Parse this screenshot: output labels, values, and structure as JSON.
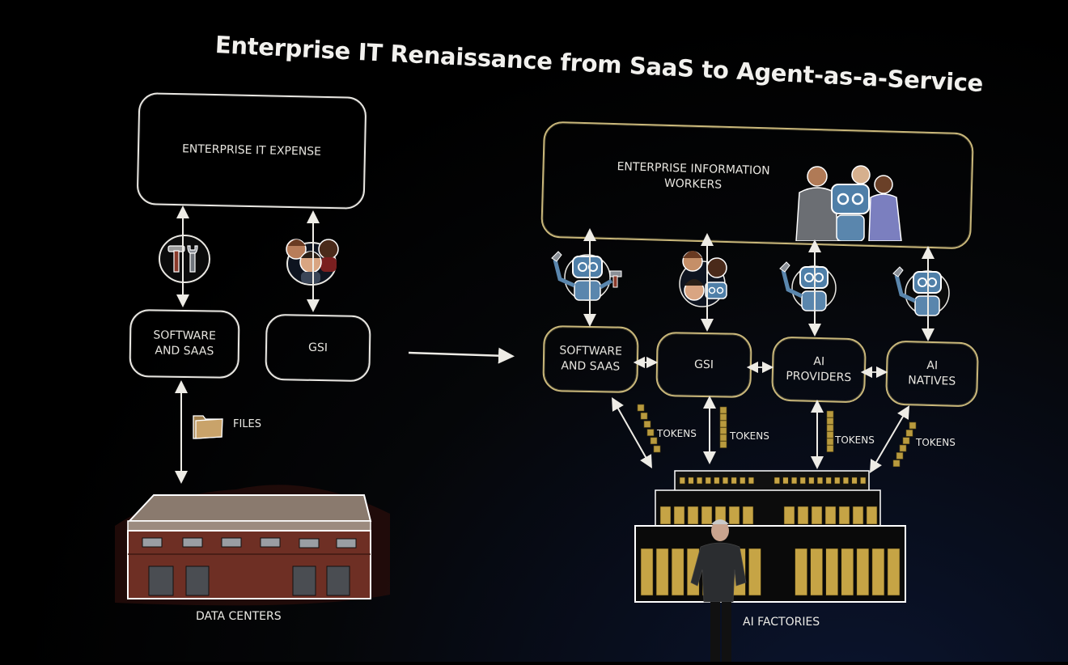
{
  "title": "Enterprise IT Renaissance from SaaS to Agent-as-a-Service",
  "before": {
    "top_box": "ENTERPRISE IT EXPENSE",
    "software_box": [
      "SOFTWARE",
      "AND SAAS"
    ],
    "gsi_box": "GSI",
    "files_label": "FILES",
    "datacenter_label": "DATA CENTERS",
    "icons": [
      "tools-icon",
      "people-group-icon",
      "folder-icon",
      "data-center-building-icon"
    ]
  },
  "transition_arrow": "arrow-right-icon",
  "after": {
    "top_box": [
      "ENTERPRISE INFORMATION",
      "WORKERS"
    ],
    "nodes": [
      {
        "lines": [
          "SOFTWARE",
          "AND SAAS"
        ],
        "tokens_label": "TOKENS"
      },
      {
        "lines": [
          "GSI"
        ],
        "tokens_label": "TOKENS"
      },
      {
        "lines": [
          "AI",
          "PROVIDERS"
        ],
        "tokens_label": "TOKENS"
      },
      {
        "lines": [
          "AI",
          "NATIVES"
        ],
        "tokens_label": "TOKENS"
      }
    ],
    "factory_label": "AI FACTORIES",
    "icons": [
      "workers-with-robot-icon",
      "robot-with-tools-icon",
      "people-with-robot-icon",
      "robot-with-wrench-icon",
      "robot-with-wrench-icon",
      "token-stack-icon",
      "ai-factory-racks-icon",
      "presenter-figure"
    ]
  },
  "colors": {
    "background": "#000000",
    "line_white": "#e9e7e2",
    "gold_outline": "#c9b77a",
    "token_gold": "#b89a3e",
    "robot_blue": "#4f7fa8",
    "building_brick": "#6e2f24"
  }
}
